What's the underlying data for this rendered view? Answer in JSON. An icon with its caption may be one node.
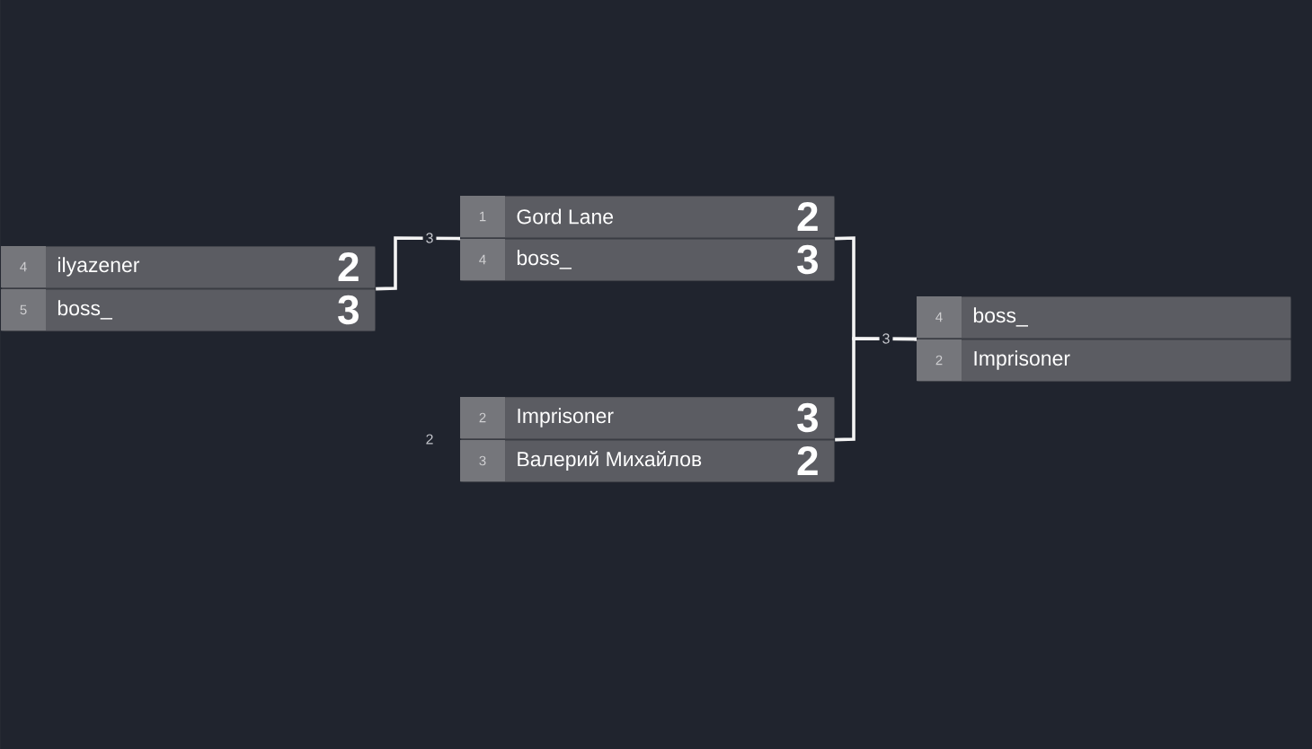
{
  "diagram": {
    "nodes": [
      {
        "text": [],
        "shape": "box"
      },
      {
        "text": [
          "4",
          "ilyazener",
          "2"
        ],
        "in": 0
      },
      {
        "text": [
          "5",
          "boss_",
          "3"
        ],
        "in": 0
      },
      {
        "text": [],
        "shape": "box"
      },
      {
        "text": [
          "1",
          "Gord Lane",
          "2"
        ],
        "in": 3
      },
      {
        "text": [
          "4",
          "boss_",
          "3"
        ],
        "in": 3
      },
      {
        "text": [],
        "shape": "box",
        "beside": [
          "2"
        ]
      },
      {
        "text": [
          "2",
          "Imprisoner",
          "3"
        ],
        "in": 6
      },
      {
        "text": [
          "3",
          "Валерий Михайлов",
          "2"
        ],
        "in": 6
      },
      {
        "text": [],
        "shape": "box"
      },
      {
        "text": [
          "4",
          "boss_"
        ],
        "in": 9
      },
      {
        "text": [
          "2",
          "Imprisoner"
        ],
        "in": 9
      }
    ],
    "edges": [
      {
        "from": 0,
        "to": 3,
        "arrow": "none",
        "label": "3"
      },
      {
        "from": 3,
        "to": 9,
        "arrow": "none",
        "label": "3"
      },
      {
        "from": 6,
        "to": 9,
        "arrow": "none"
      }
    ]
  }
}
